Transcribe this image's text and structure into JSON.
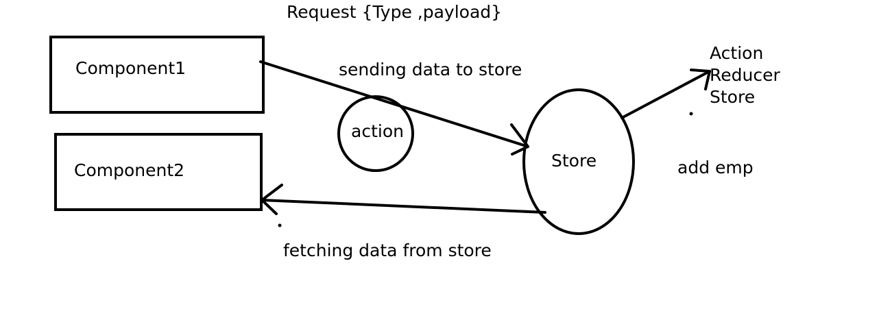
{
  "diagram": {
    "request_label": "Request {Type ,payload}",
    "component1_label": "Component1",
    "component2_label": "Component2",
    "sending_label": "sending data to store",
    "fetching_label": "fetching data from store",
    "action_label": "action",
    "store_label": "Store",
    "list_items": [
      "Action",
      "Reducer",
      "Store"
    ],
    "add_emp_label": "add emp"
  }
}
